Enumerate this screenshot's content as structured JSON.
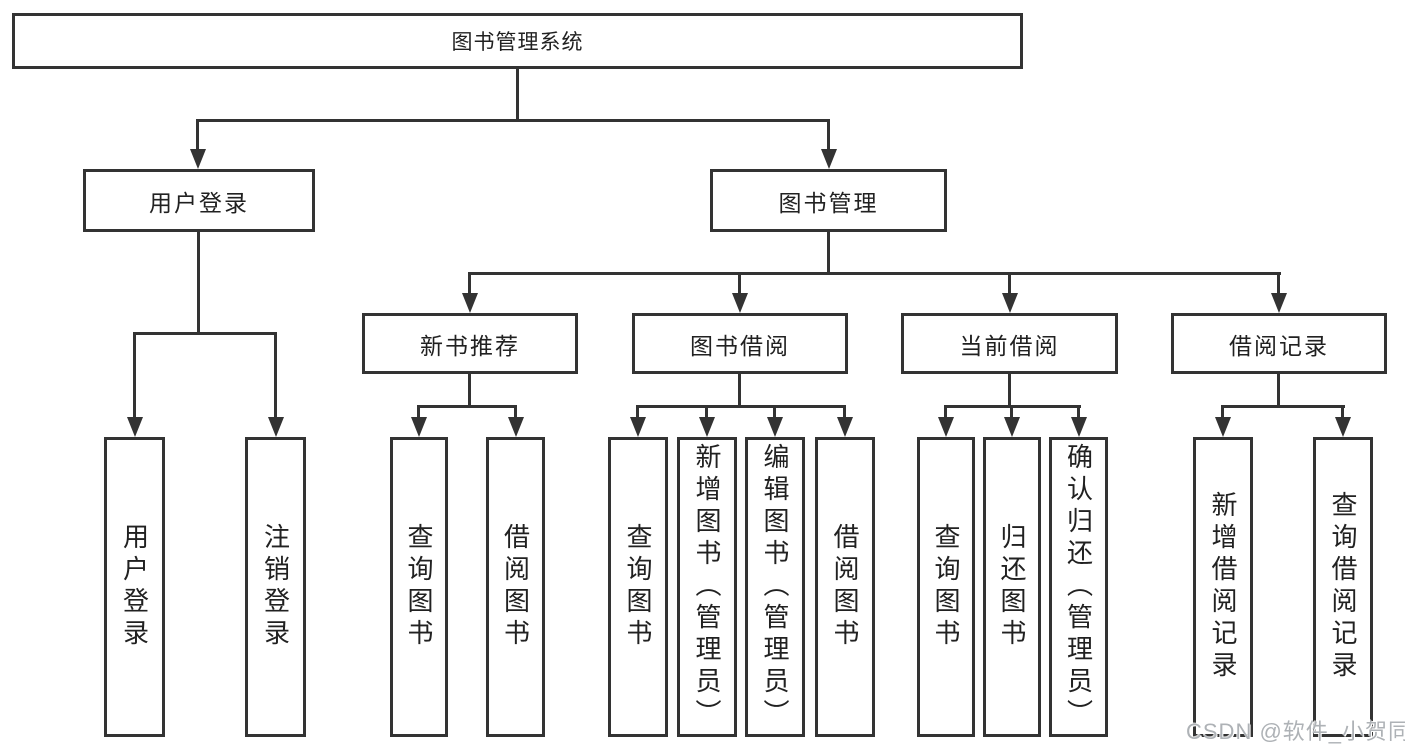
{
  "diagram": {
    "root": {
      "label": "图书管理系统",
      "children": [
        {
          "label": "用户登录",
          "children": [
            {
              "label": "用户登录"
            },
            {
              "label": "注销登录"
            }
          ]
        },
        {
          "label": "图书管理",
          "children": [
            {
              "label": "新书推荐",
              "children": [
                {
                  "label": "查询图书"
                },
                {
                  "label": "借阅图书"
                }
              ]
            },
            {
              "label": "图书借阅",
              "children": [
                {
                  "label": "查询图书"
                },
                {
                  "label": "新增图书（管理员）"
                },
                {
                  "label": "编辑图书（管理员）"
                },
                {
                  "label": "借阅图书"
                }
              ]
            },
            {
              "label": "当前借阅",
              "children": [
                {
                  "label": "查询图书"
                },
                {
                  "label": "归还图书"
                },
                {
                  "label": "确认归还（管理员）"
                }
              ]
            },
            {
              "label": "借阅记录",
              "children": [
                {
                  "label": "新增借阅记录"
                },
                {
                  "label": "查询借阅记录"
                }
              ]
            }
          ]
        }
      ]
    }
  },
  "watermark": {
    "text": "CSDN @软件_小贺同学"
  },
  "colors": {
    "line": "#333333",
    "text": "#212121",
    "watermark": "#aeb2b6",
    "background": "#ffffff"
  }
}
